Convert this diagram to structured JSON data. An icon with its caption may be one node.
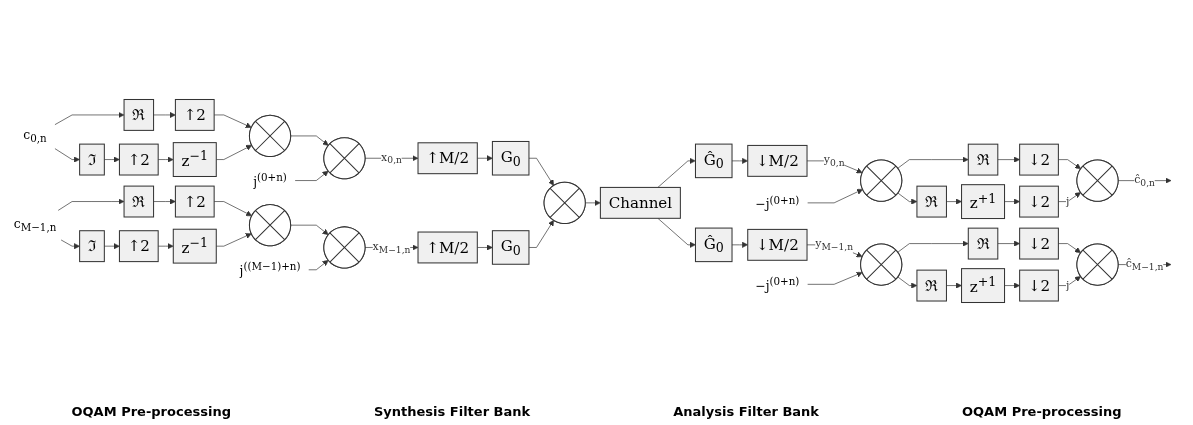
{
  "diagram": {
    "nodes": [
      {
        "text": [
          "c$_{0,n}$"
        ]
      },
      {
        "text": [
          "ℜ"
        ]
      },
      {
        "text": [
          "↑2"
        ]
      },
      {
        "text": [
          "ℑ"
        ]
      },
      {
        "text": [
          "↑2"
        ]
      },
      {
        "text": [
          "z$^{−1}$"
        ]
      },
      {
        "text": [],
        "shape": "circle"
      },
      {
        "text": [],
        "shape": "circle"
      },
      {
        "text": [
          "j$^{(0+n)}$"
        ]
      },
      {
        "text": [
          "↑M/2"
        ]
      },
      {
        "text": [
          "G$_{0}$"
        ]
      },
      {
        "text": [
          "c$_{M−1,n}$"
        ]
      },
      {
        "text": [
          "ℜ"
        ]
      },
      {
        "text": [
          "↑2"
        ]
      },
      {
        "text": [
          "ℑ"
        ]
      },
      {
        "text": [
          "↑2"
        ]
      },
      {
        "text": [
          "z$^{−1}$"
        ]
      },
      {
        "text": [],
        "shape": "circle"
      },
      {
        "text": [],
        "shape": "circle"
      },
      {
        "text": [
          "j$^{((M−1)+n)}$"
        ]
      },
      {
        "text": [
          "↑M/2"
        ]
      },
      {
        "text": [
          "G$_{0}$"
        ]
      },
      {
        "text": [],
        "shape": "circle"
      },
      {
        "text": [
          "Channel"
        ]
      },
      {
        "text": [
          "Ĝ$_{0}$"
        ]
      },
      {
        "text": [
          "↓M/2"
        ]
      },
      {
        "text": [],
        "shape": "circle"
      },
      {
        "text": [
          "−j$^{(0+n)}$"
        ]
      },
      {
        "text": [
          "ℜ"
        ]
      },
      {
        "text": [
          "↓2"
        ]
      },
      {
        "text": [
          "ℜ"
        ]
      },
      {
        "text": [
          "z$^{+1}$"
        ]
      },
      {
        "text": [
          "↓2"
        ]
      },
      {
        "text": [],
        "shape": "circle"
      },
      {
        "text": [
          "Ĝ$_{0}$"
        ]
      },
      {
        "text": [
          "↓M/2"
        ]
      },
      {
        "text": [],
        "shape": "circle"
      },
      {
        "text": [
          "−j$^{(0+n)}$"
        ]
      },
      {
        "text": [
          "ℜ"
        ]
      },
      {
        "text": [
          "↓2"
        ]
      },
      {
        "text": [
          "ℜ"
        ]
      },
      {
        "text": [
          "z$^{+1}$"
        ]
      },
      {
        "text": [
          "↓2"
        ]
      },
      {
        "text": [],
        "shape": "circle"
      }
    ],
    "edges": [
      {
        "from": 0,
        "to": 1,
        "arrow": "to"
      },
      {
        "from": 0,
        "to": 3,
        "arrow": "to"
      },
      {
        "from": 1,
        "to": 2,
        "arrow": "to"
      },
      {
        "from": 3,
        "to": 4,
        "arrow": "to"
      },
      {
        "from": 4,
        "to": 5,
        "arrow": "to"
      },
      {
        "from": 2,
        "to": 6,
        "arrow": "to"
      },
      {
        "from": 5,
        "to": 6,
        "arrow": "to"
      },
      {
        "from": 6,
        "to": 7,
        "arrow": "to"
      },
      {
        "from": 8,
        "to": 7,
        "arrow": "to"
      },
      {
        "from": 7,
        "to": 9,
        "arrow": "to",
        "label": "x$_{0,n}$"
      },
      {
        "from": 9,
        "to": 10,
        "arrow": "to"
      },
      {
        "from": 10,
        "to": 22,
        "arrow": "to"
      },
      {
        "from": 11,
        "to": 12,
        "arrow": "to"
      },
      {
        "from": 11,
        "to": 14,
        "arrow": "to"
      },
      {
        "from": 12,
        "to": 13,
        "arrow": "to"
      },
      {
        "from": 14,
        "to": 15,
        "arrow": "to"
      },
      {
        "from": 15,
        "to": 16,
        "arrow": "to"
      },
      {
        "from": 13,
        "to": 17,
        "arrow": "to"
      },
      {
        "from": 16,
        "to": 17,
        "arrow": "to"
      },
      {
        "from": 17,
        "to": 18,
        "arrow": "to"
      },
      {
        "from": 19,
        "to": 18,
        "arrow": "to"
      },
      {
        "from": 18,
        "to": 20,
        "arrow": "to",
        "label": "x$_{M−1,n}$"
      },
      {
        "from": 20,
        "to": 21,
        "arrow": "to"
      },
      {
        "from": 21,
        "to": 22,
        "arrow": "to"
      },
      {
        "from": 22,
        "to": 23,
        "arrow": "to"
      },
      {
        "from": 23,
        "to": 24,
        "arrow": "to"
      },
      {
        "from": 23,
        "to": 34,
        "arrow": "to"
      },
      {
        "from": 24,
        "to": 25,
        "arrow": "to"
      },
      {
        "from": 25,
        "to": 26,
        "arrow": "to",
        "label": "y$_{0,n}$"
      },
      {
        "from": 27,
        "to": 26,
        "arrow": "to"
      },
      {
        "from": 26,
        "to": 28,
        "arrow": "to"
      },
      {
        "from": 26,
        "to": 30,
        "arrow": "to"
      },
      {
        "from": 28,
        "to": 29,
        "arrow": "to"
      },
      {
        "from": 30,
        "to": 31,
        "arrow": "to"
      },
      {
        "from": 31,
        "to": 32,
        "arrow": "to"
      },
      {
        "from": 29,
        "to": 33,
        "arrow": "to"
      },
      {
        "from": 32,
        "to": 33,
        "arrow": "to",
        "label": "j"
      },
      {
        "from": 33,
        "to": null,
        "arrow": "to",
        "label": "ĉ$_{0,n}$"
      },
      {
        "from": 34,
        "to": 35,
        "arrow": "to"
      },
      {
        "from": 35,
        "to": 36,
        "arrow": "to",
        "label": "y$_{M−1,n}$"
      },
      {
        "from": 37,
        "to": 36,
        "arrow": "to"
      },
      {
        "from": 36,
        "to": 38,
        "arrow": "to"
      },
      {
        "from": 36,
        "to": 40,
        "arrow": "to"
      },
      {
        "from": 38,
        "to": 39,
        "arrow": "to"
      },
      {
        "from": 40,
        "to": 41,
        "arrow": "to"
      },
      {
        "from": 41,
        "to": 42,
        "arrow": "to"
      },
      {
        "from": 39,
        "to": 43,
        "arrow": "to"
      },
      {
        "from": 42,
        "to": 43,
        "arrow": "to",
        "label": "j"
      },
      {
        "from": 43,
        "to": null,
        "arrow": "to",
        "label": "ĉ$_{M−1,n}$"
      }
    ],
    "labels": [
      "OQAM Pre-processing",
      "Synthesis Filter Bank",
      "Analysis Filter Bank",
      "OQAM Pre-processing"
    ]
  }
}
